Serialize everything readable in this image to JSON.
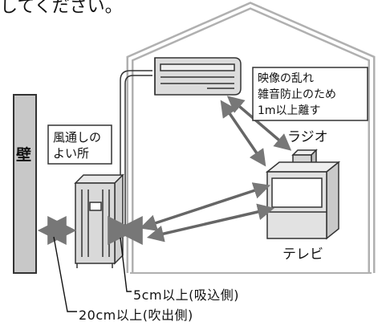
{
  "header_fragment": "してください。",
  "wall_label": "壁",
  "airflow_note": [
    "風通しの",
    "よい所"
  ],
  "interference_note": [
    "映像の乱れ",
    "雑音防止のため",
    "1m以上離す"
  ],
  "radio_label": "ラジオ",
  "tv_label": "テレビ",
  "clearance_intake": "5cm以上(吸込側)",
  "clearance_outlet": "20cm以上(吹出側)",
  "colors": {
    "wall_fill": "#c8c8c8",
    "outline": "#333333",
    "double_arrow": "#666666",
    "house_outline": "#b8b8b8",
    "text": "#111111"
  }
}
